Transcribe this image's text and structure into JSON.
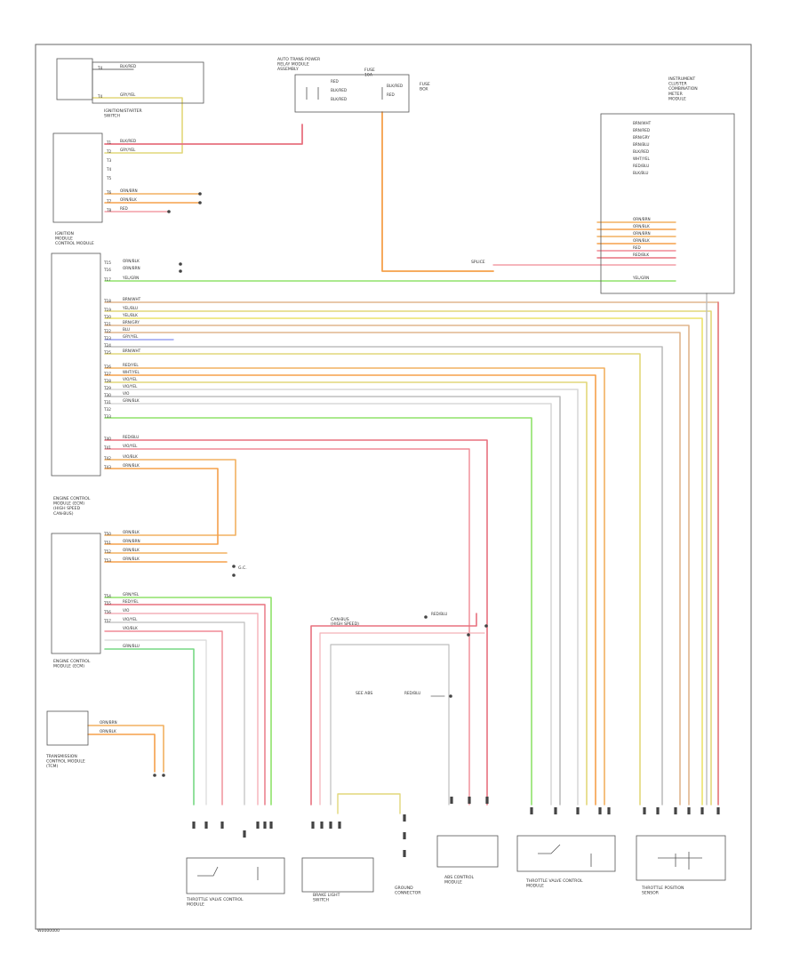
{
  "figure_code": "W0000000",
  "components": {
    "ign_switch": [
      "IGNITION/STARTER",
      "SWITCH"
    ],
    "pwr_relay": [
      "AUTO TRANS POWER",
      "RELAY MODULE",
      "ASSEMBLY"
    ],
    "fuse_box": [
      "FUSE",
      "BOX"
    ],
    "fuse": [
      "FUSE",
      "10A"
    ],
    "ignition_module": [
      "IGNITION",
      "MODULE",
      "CONTROL MODULE"
    ],
    "instrument_cluster": [
      "INSTRUMENT",
      "CLUSTER",
      "COMBINATION",
      "METER",
      "MODULE"
    ],
    "engine_control_upper": [
      "ENGINE CONTROL",
      "MODULE (ECM)",
      "(HIGH SPEED",
      "CAN-BUS)"
    ],
    "engine_control_lower": [
      "ENGINE CONTROL",
      "MODULE (ECM)"
    ],
    "transmission_module": [
      "TRANSMISSION",
      "CONTROL MODULE",
      "(TCM)"
    ],
    "throttle_left": [
      "THROTTLE VALVE CONTROL",
      "MODULE"
    ],
    "brake_switch": [
      "BRAKE LIGHT",
      "SWITCH"
    ],
    "ground_connector": [
      "GROUND",
      "CONNECTOR"
    ],
    "abs_module": [
      "ABS CONTROL",
      "MODULE"
    ],
    "throttle_right": [
      "THROTTLE VALVE CONTROL",
      "MODULE"
    ],
    "throttle_position_sensor": [
      "THROTTLE POSITION",
      "SENSOR"
    ]
  },
  "terminal_labels": {
    "ign": [
      "T4",
      "T4"
    ],
    "ecm_top": [
      "T1",
      "T2",
      "T3",
      "T4",
      "T5",
      "T6",
      "T7",
      "T8"
    ],
    "ecm_mid": [
      "T15",
      "T16",
      "T17",
      "T18",
      "T19",
      "T20",
      "T21",
      "T22",
      "T23",
      "T24",
      "T25",
      "T26",
      "T27",
      "T28",
      "T29",
      "T30",
      "T31",
      "T32",
      "T33"
    ],
    "ecm_lower": [
      "T40",
      "T41",
      "T42",
      "T43"
    ],
    "ecm_bottom": [
      "T50",
      "T51",
      "T52",
      "T53",
      "T54",
      "T55",
      "T56",
      "T57"
    ]
  },
  "wire_colors": {
    "ign": [
      "BLK/RED",
      "GRY/YEL"
    ],
    "ecm_top": [
      "BLK/RED",
      "GRY/YEL",
      "",
      "",
      "",
      "ORN/BRN",
      "ORN/BLK",
      "RED"
    ],
    "ecm_mid": [
      "ORN/BLK",
      "ORN/BRN",
      "YEL/GRN",
      "BRN/WHT",
      "YEL/BLU",
      "YEL/BLK",
      "BRN/GRY",
      "BLU",
      "GRY/YEL",
      "",
      "BRN/WHT",
      "RED/YEL",
      "WHT/YEL",
      "VIO/YEL",
      "VIO/YEL",
      "VIO",
      "GRN/BLK"
    ],
    "ecm_lower": [
      "RED/BLU",
      "VIO/YEL",
      "VIO/BLK",
      "ORN/BLK"
    ],
    "ecm_bottom": [
      "ORN/BLK",
      "ORN/BRN",
      "ORN/BLK",
      "ORN/BLK",
      "GRN/YEL",
      "RED/YEL",
      "VIO",
      "VIO/YEL",
      "VIO/BLK",
      "GRN/BLU"
    ],
    "tcm": [
      "ORN/BRN",
      "ORN/BLK"
    ],
    "cluster": [
      "ORN/BRN",
      "ORN/BLK",
      "ORN/BRN",
      "ORN/BLK",
      "RED",
      "RED/BLK",
      "YEL/GRN"
    ],
    "right_harness": [
      "BRN/WHT",
      "BRN/RED",
      "BRN/GRY",
      "BRN/BLU",
      "BLK/RED",
      "WHT/YEL",
      "RED/BLU",
      "BLK/BLU"
    ],
    "pwr_relay": [
      "RED",
      "BLK/RED",
      "BLK/RED"
    ],
    "fuse": [
      "BLK/RED",
      "RED"
    ],
    "abs": [
      "RED/BLU"
    ],
    "brake": [
      "RED/BLU"
    ]
  },
  "notes": [
    "CAN-BUS",
    "(HIGH SPEED)",
    "SPLICE",
    "G.C.",
    "SEE ABS"
  ]
}
